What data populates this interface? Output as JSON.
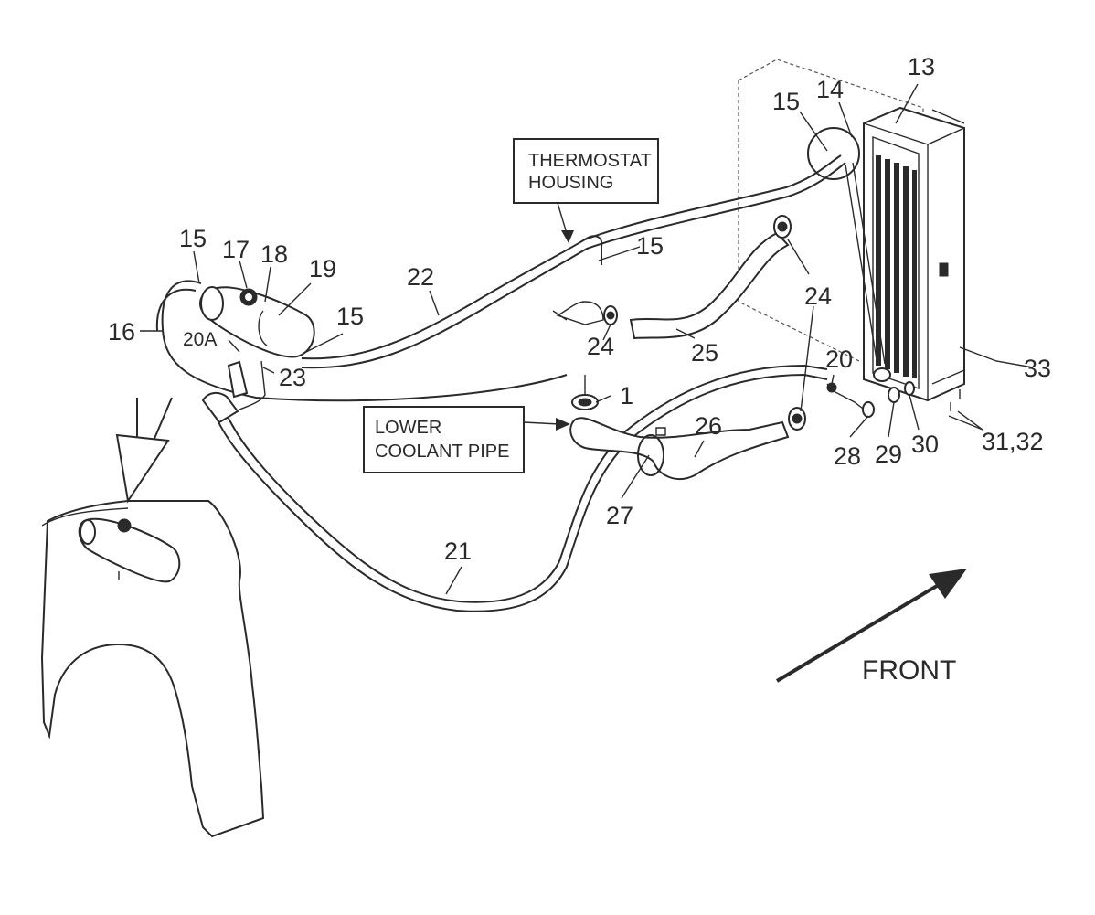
{
  "callouts": {
    "c13": "13",
    "c14": "14",
    "c15a": "15",
    "c15b": "15",
    "c15c": "15",
    "c15d": "15",
    "c16": "16",
    "c17": "17",
    "c18": "18",
    "c19": "19",
    "c20A": "20A",
    "c20": "20",
    "c21": "21",
    "c22": "22",
    "c23": "23",
    "c24a": "24",
    "c24b": "24",
    "c25": "25",
    "c26": "26",
    "c27": "27",
    "c28": "28",
    "c29": "29",
    "c30": "30",
    "c3132": "31,32",
    "c33": "33",
    "c1": "1"
  },
  "boxes": {
    "thermostat_line1": "THERMOSTAT",
    "thermostat_line2": "HOUSING",
    "lower_line1": "LOWER",
    "lower_line2": "COOLANT PIPE"
  },
  "direction": {
    "front": "FRONT"
  },
  "colors": {
    "ink": "#2a2a2a",
    "background": "#ffffff"
  }
}
